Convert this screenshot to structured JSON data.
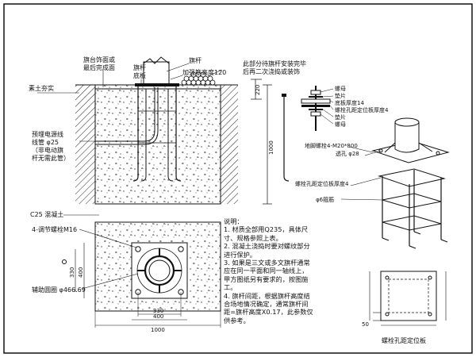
{
  "labels": {
    "base_finish": [
      "旗台饰面或",
      "最后完成面"
    ],
    "pole": "旗杆",
    "pole_plate": [
      "旗杆",
      "底板"
    ],
    "rib_height": "加强筋高度120",
    "after_install": [
      "此部分待旗杆安装完毕",
      "后再二次浇捣或装饰"
    ],
    "plain_soil": "素土夯实",
    "conduit": [
      "预埋电源线",
      "线管 φ25",
      "（非电动旗",
      "杆无需此管）"
    ],
    "concrete": "C25 混凝土",
    "nut": "螺母",
    "washer1": "垫片",
    "base_thick": "底板厚度14",
    "pos_plate_thick": "螺栓孔距定位板厚度4",
    "washer2": "垫片",
    "nut2": "螺母",
    "anchor_bolt": "地脚螺栓4-M20*800",
    "through_hole": "透孔 φ28",
    "pos_plate_thick2": "螺栓孔距定位板厚度4",
    "rebar": "φ6箍筋",
    "bolts_plan": "4-调节螺栓M16",
    "aux_circle": "辅助圆圈 φ466.69",
    "plate_caption": "螺栓孔距定位板"
  },
  "dims": {
    "d220": "220",
    "d1000v": "1000",
    "d330a": "330",
    "d330b": "330",
    "d400a": "400",
    "d400b": "400",
    "d1000h": "1000",
    "d50": "50"
  },
  "notes": [
    "说明：",
    "1. 材质全部用Q235，具体尺",
    "寸、规格参照上表。",
    "2. 混凝土浇捣时要对螺纹部分",
    "进行保护。",
    "3. 如果是三文或多文旗杆通常",
    "应在同一平面和同一轴线上，",
    "甲方图纸另有要求的，按图施",
    "工。",
    "4. 旗杆间距，根据旗杆高度结",
    "合场地情况确定，通常旗杆间",
    "距=旗杆高度X0.17，此参数仅",
    "供参考。"
  ]
}
